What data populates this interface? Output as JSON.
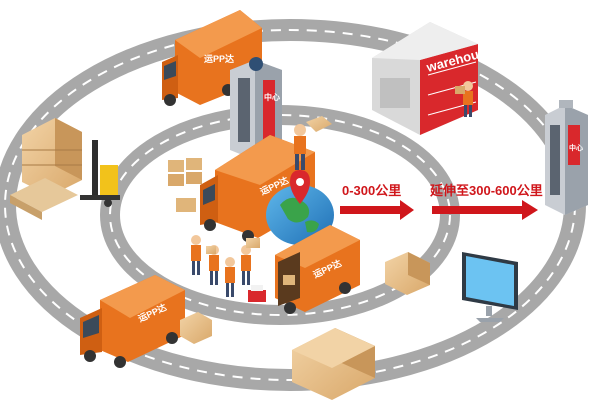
{
  "diagram": {
    "labels": {
      "inner_range": "0-300公里",
      "outer_range": "延伸至300-600公里"
    },
    "warehouse_sign": "warehouse",
    "building_sign": "中心",
    "truck_logo": "运PP达",
    "colors": {
      "truck_orange": "#e8731e",
      "arrow_red": "#d0161b",
      "road_gray": "#a8a8a8",
      "road_line": "#ffffff",
      "warehouse_red": "#d9282c"
    }
  }
}
